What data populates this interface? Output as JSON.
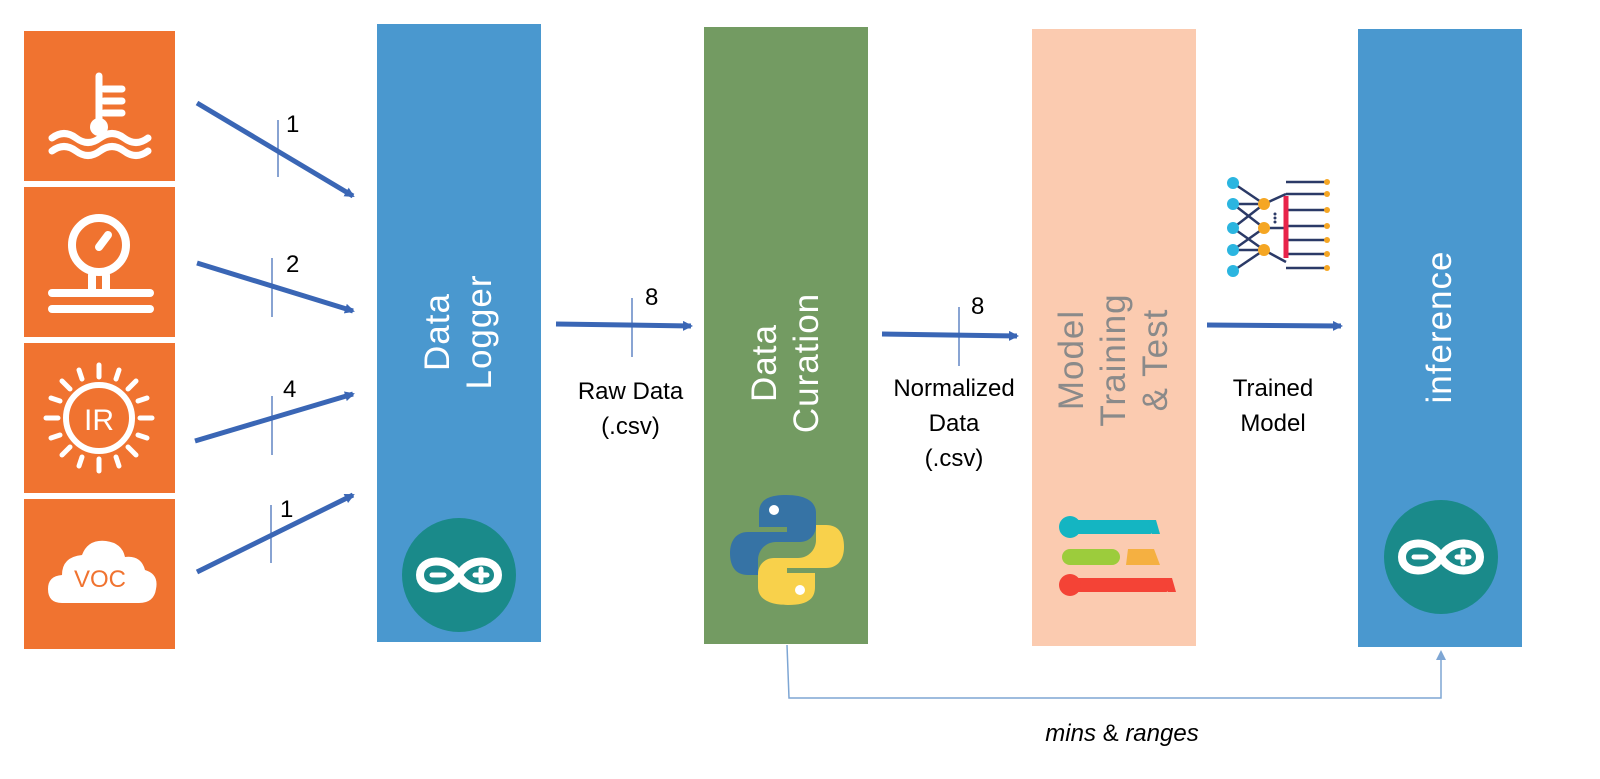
{
  "sensors": [
    {
      "icon": "water-temperature-icon",
      "channels": "1"
    },
    {
      "icon": "pressure-gauge-icon",
      "channels": "2"
    },
    {
      "icon": "ir-sun-icon",
      "channels": "4",
      "text": "IR"
    },
    {
      "icon": "voc-cloud-icon",
      "channels": "1",
      "text": "VOC"
    }
  ],
  "stages": {
    "data_logger": {
      "label": "Data\nLogger",
      "color": "#4a98cf",
      "icon": "arduino-icon"
    },
    "data_curation": {
      "label": "Data\nCuration",
      "color": "#739b62",
      "icon": "python-icon"
    },
    "model_training": {
      "label": "Model\nTraining\n& Test",
      "color": "#fbcbb0",
      "icon": "ml-toolkit-icon"
    },
    "inference": {
      "label": "inference",
      "color": "#4a98cf",
      "icon": "arduino-icon"
    }
  },
  "links": {
    "raw": {
      "count": "8",
      "label": "Raw Data\n(.csv)"
    },
    "normalized": {
      "count": "8",
      "label": "Normalized\nData\n(.csv)"
    },
    "trained": {
      "label": "Trained\nModel",
      "icon": "neural-network-icon"
    },
    "feedback": {
      "label_a": "mins",
      "label_b": " & ",
      "label_c": "ranges"
    }
  },
  "colors": {
    "sensor_orange": "#f07330",
    "arrow_blue": "#3a66b5",
    "feedback_blue": "#7ea6d4",
    "arduino_teal": "#1a8a8a"
  }
}
